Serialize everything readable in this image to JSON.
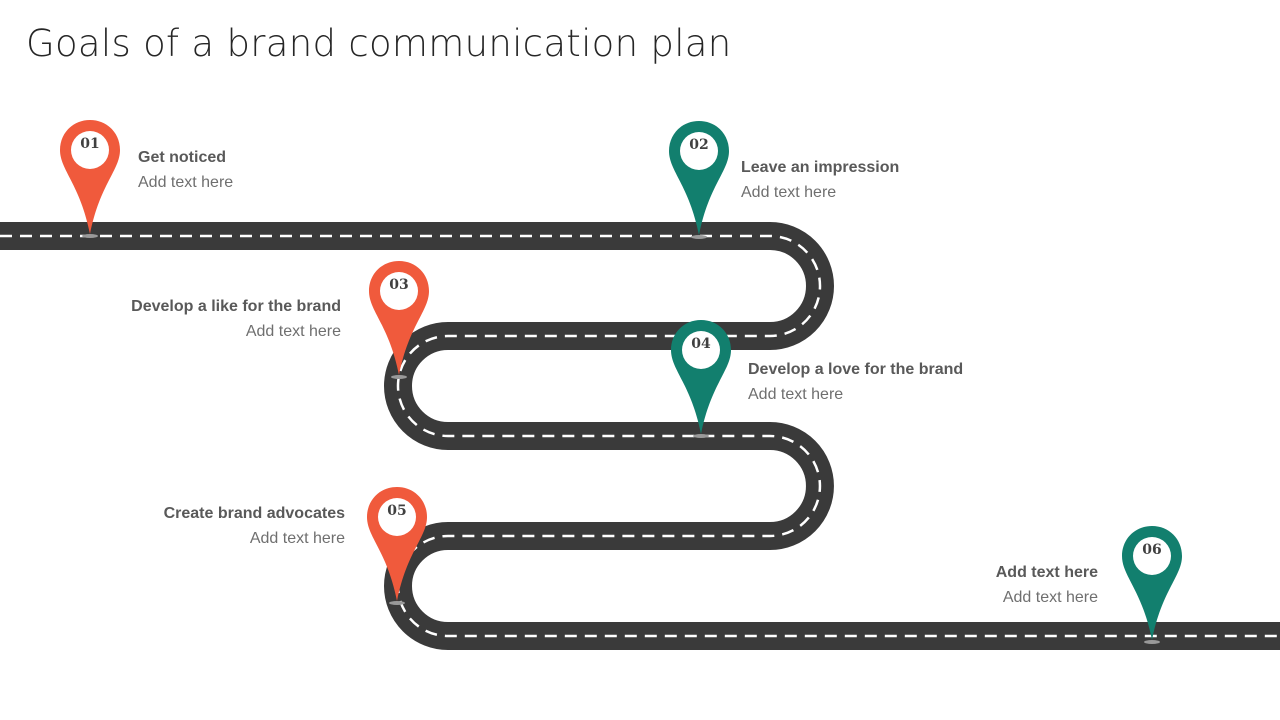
{
  "title": "Goals of a brand communication plan",
  "colors": {
    "road": "#3a3a3a",
    "dash": "#ffffff",
    "orange": "#f05a3c",
    "teal": "#127f6e"
  },
  "milestones": [
    {
      "number": "01",
      "heading": "Get noticed",
      "text": "Add text here",
      "color": "orange",
      "icon": "map-pin-icon"
    },
    {
      "number": "02",
      "heading": "Leave an impression",
      "text": "Add text here",
      "color": "teal",
      "icon": "map-pin-icon"
    },
    {
      "number": "03",
      "heading": "Develop a like for the brand",
      "text": "Add text here",
      "color": "orange",
      "icon": "map-pin-icon"
    },
    {
      "number": "04",
      "heading": "Develop a love for the brand",
      "text": "Add text here",
      "color": "teal",
      "icon": "map-pin-icon"
    },
    {
      "number": "05",
      "heading": "Create brand advocates",
      "text": "Add text here",
      "color": "orange",
      "icon": "map-pin-icon"
    },
    {
      "number": "06",
      "heading": "Add text here",
      "text": "Add text here",
      "color": "teal",
      "icon": "map-pin-icon"
    }
  ]
}
